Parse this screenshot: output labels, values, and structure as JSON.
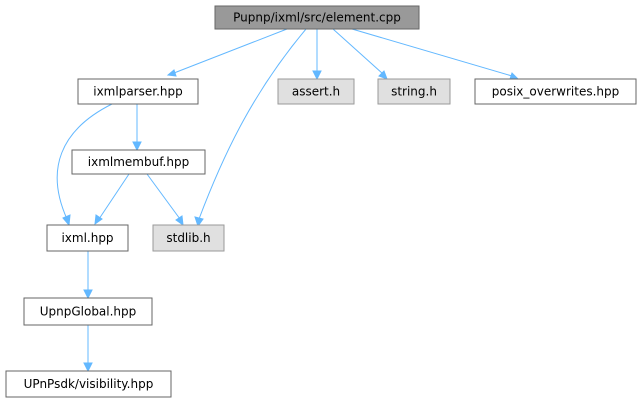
{
  "graph": {
    "nodes": [
      {
        "id": "n0",
        "label": "Pupnp/ixml/src/element.cpp",
        "kind": "root"
      },
      {
        "id": "n1",
        "label": "ixmlparser.hpp",
        "kind": "local"
      },
      {
        "id": "n2",
        "label": "assert.h",
        "kind": "external"
      },
      {
        "id": "n3",
        "label": "string.h",
        "kind": "external"
      },
      {
        "id": "n4",
        "label": "posix_overwrites.hpp",
        "kind": "local"
      },
      {
        "id": "n5",
        "label": "ixmlmembuf.hpp",
        "kind": "local"
      },
      {
        "id": "n6",
        "label": "ixml.hpp",
        "kind": "local"
      },
      {
        "id": "n7",
        "label": "stdlib.h",
        "kind": "external"
      },
      {
        "id": "n8",
        "label": "UpnpGlobal.hpp",
        "kind": "local"
      },
      {
        "id": "n9",
        "label": "UPnPsdk/visibility.hpp",
        "kind": "local"
      }
    ],
    "edges": [
      {
        "from": "n0",
        "to": "n1"
      },
      {
        "from": "n0",
        "to": "n2"
      },
      {
        "from": "n0",
        "to": "n3"
      },
      {
        "from": "n0",
        "to": "n4"
      },
      {
        "from": "n0",
        "to": "n7"
      },
      {
        "from": "n1",
        "to": "n5"
      },
      {
        "from": "n1",
        "to": "n6"
      },
      {
        "from": "n5",
        "to": "n6"
      },
      {
        "from": "n5",
        "to": "n7"
      },
      {
        "from": "n6",
        "to": "n8"
      },
      {
        "from": "n8",
        "to": "n9"
      }
    ],
    "colors": {
      "edge": "#63b8ff",
      "root_fill": "#999999",
      "local_fill": "#ffffff",
      "external_fill": "#e0e0e0"
    }
  }
}
